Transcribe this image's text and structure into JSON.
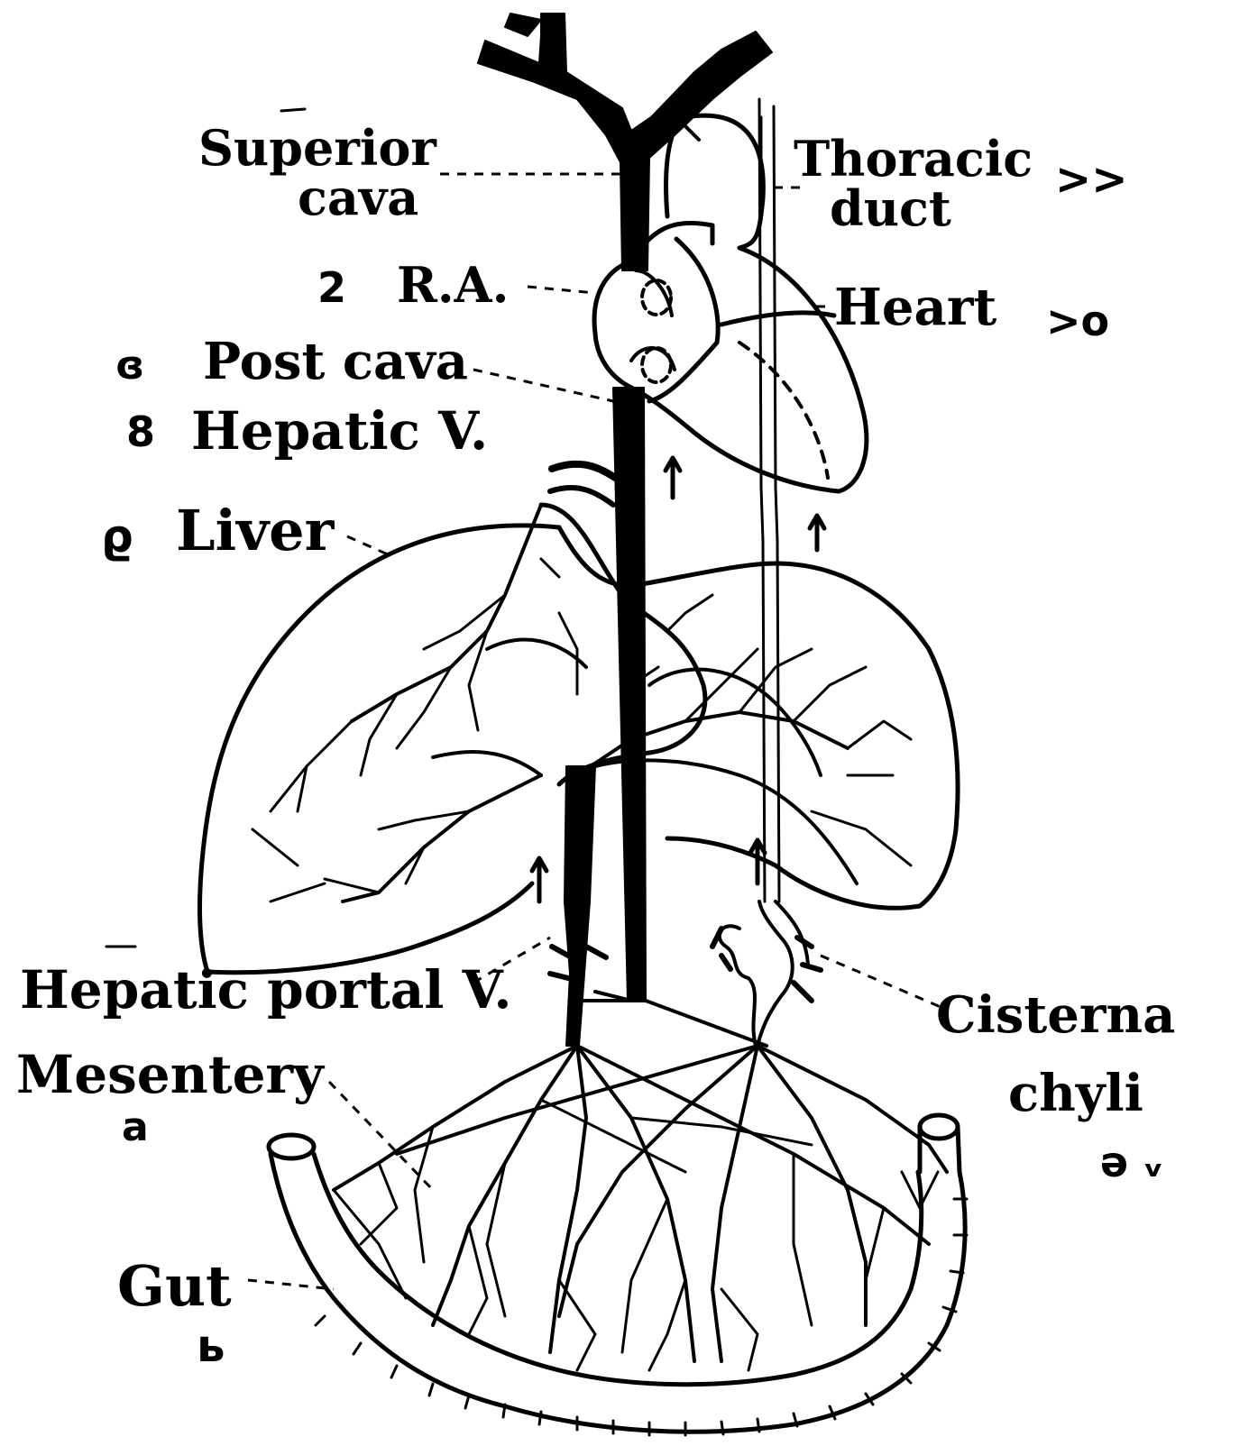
{
  "labels": {
    "superior_cava_1": "Superior",
    "superior_cava_2": "cava",
    "thoracic_duct_1": "Thoracic",
    "thoracic_duct_2": "duct",
    "ra": "R.A.",
    "heart": "Heart",
    "post_cava": "Post cava",
    "hepatic_v": "Hepatic V.",
    "liver": "Liver",
    "hepatic_portal_v": "Hepatic portal V.",
    "mesentery": "Mesentery",
    "cisterna_1": "Cisterna",
    "cisterna_2": "chyli",
    "gut": "Gut"
  },
  "margin_marks": {
    "thoracic_duct": ">>",
    "heart": ">o",
    "ra": "2",
    "post_cava": "ɞ",
    "hepatic_v": "8",
    "liver": "ϱ",
    "mesentery": "a",
    "cisterna": "ə ᵥ",
    "gut": "ь"
  },
  "colors": {
    "ink": "#000000",
    "paper": "#ffffff"
  }
}
